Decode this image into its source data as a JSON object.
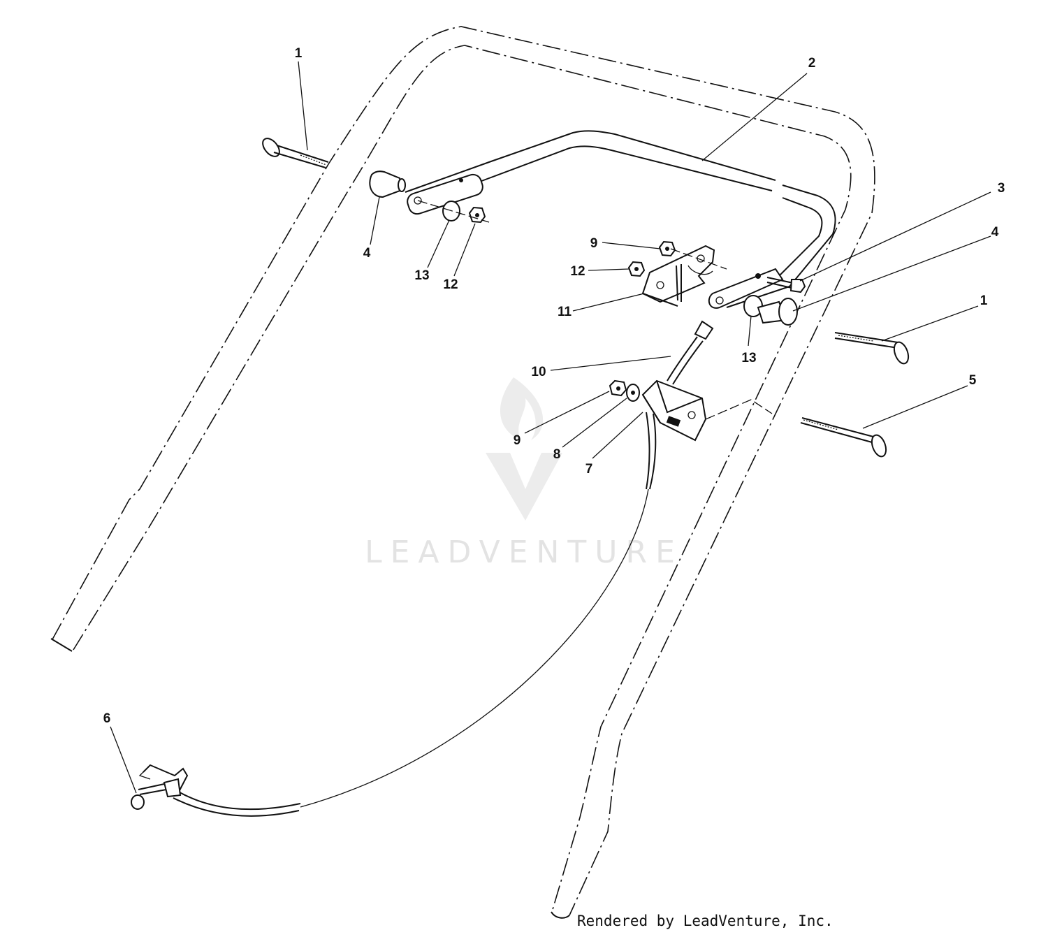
{
  "diagram": {
    "callouts": [
      "1",
      "2",
      "3",
      "4",
      "4",
      "13",
      "12",
      "9",
      "12",
      "11",
      "13",
      "1",
      "10",
      "5",
      "9",
      "8",
      "7",
      "6"
    ],
    "watermark": {
      "brand": "LEADVENTURE",
      "color": "#e3e3e3"
    },
    "footer": "Rendered by LeadVenture, Inc.",
    "colors": {
      "line": "#111111",
      "background": "#ffffff"
    }
  }
}
